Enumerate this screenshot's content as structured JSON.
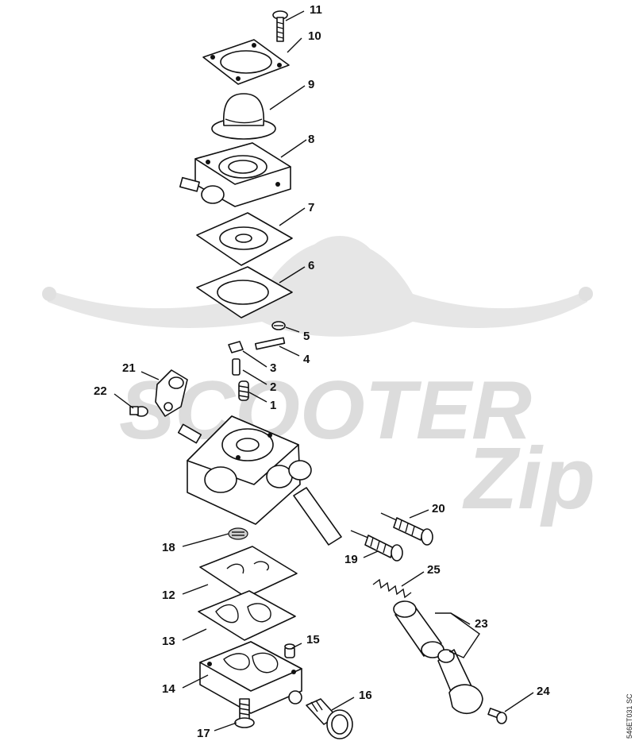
{
  "watermark": {
    "brand": "SCOOTER",
    "brand_suffix": "Zip"
  },
  "drawing_ref": "546ET031 SC",
  "parts": [
    {
      "id": "p1",
      "label": "1"
    },
    {
      "id": "p2",
      "label": "2"
    },
    {
      "id": "p3",
      "label": "3"
    },
    {
      "id": "p4",
      "label": "4"
    },
    {
      "id": "p5",
      "label": "5"
    },
    {
      "id": "p6",
      "label": "6"
    },
    {
      "id": "p7",
      "label": "7"
    },
    {
      "id": "p8",
      "label": "8"
    },
    {
      "id": "p9",
      "label": "9"
    },
    {
      "id": "p10",
      "label": "10"
    },
    {
      "id": "p11",
      "label": "11"
    },
    {
      "id": "p12",
      "label": "12"
    },
    {
      "id": "p13",
      "label": "13"
    },
    {
      "id": "p14",
      "label": "14"
    },
    {
      "id": "p15",
      "label": "15"
    },
    {
      "id": "p16",
      "label": "16"
    },
    {
      "id": "p17",
      "label": "17"
    },
    {
      "id": "p18",
      "label": "18"
    },
    {
      "id": "p19",
      "label": "19"
    },
    {
      "id": "p20",
      "label": "20"
    },
    {
      "id": "p21",
      "label": "21"
    },
    {
      "id": "p22",
      "label": "22"
    },
    {
      "id": "p23",
      "label": "23"
    },
    {
      "id": "p24",
      "label": "24"
    },
    {
      "id": "p25",
      "label": "25"
    }
  ]
}
